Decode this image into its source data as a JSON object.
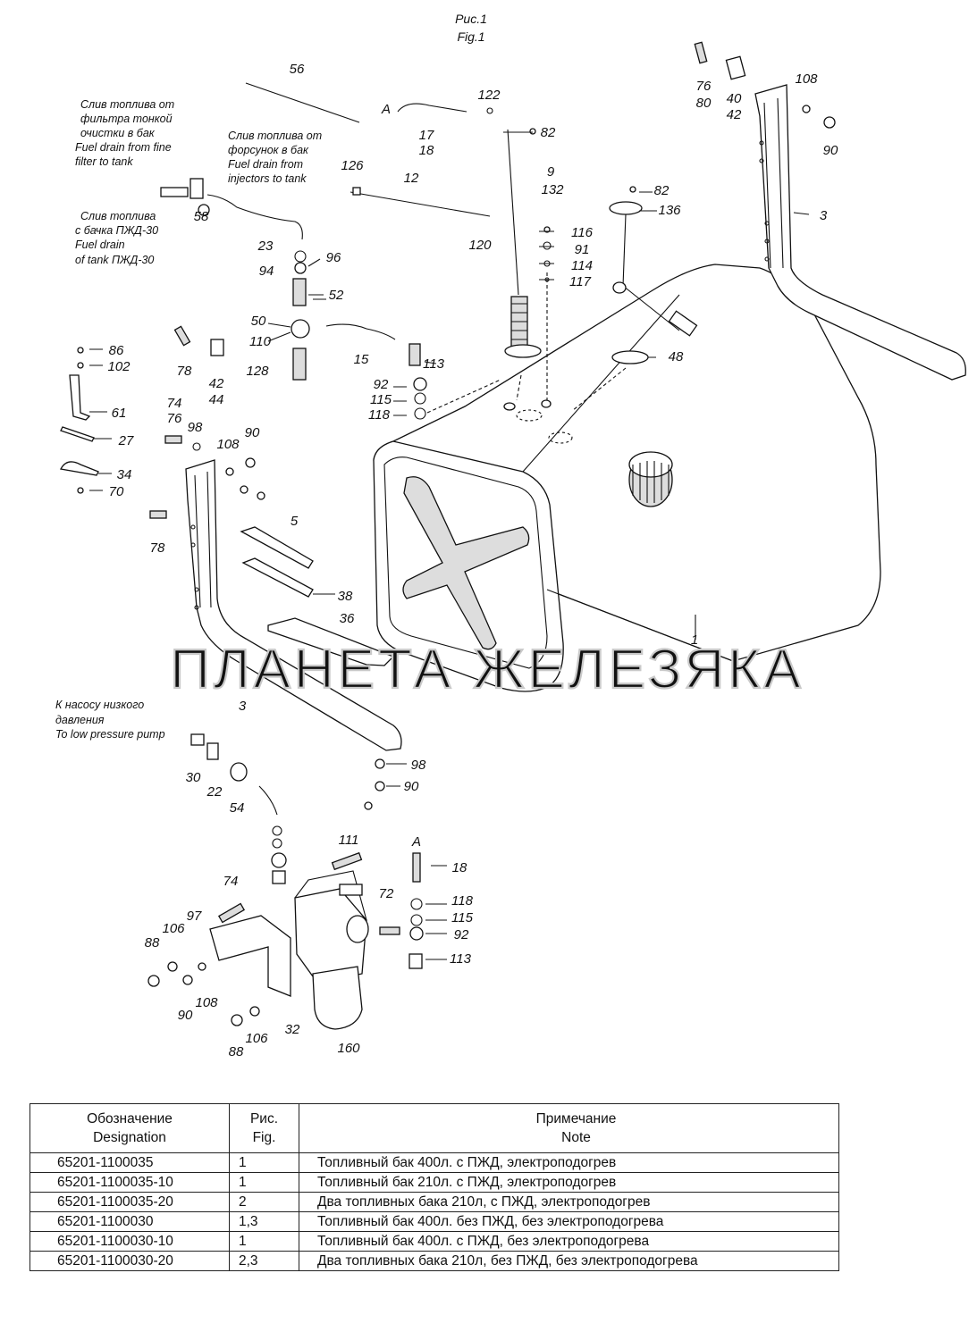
{
  "figure": {
    "title_ru": "Рис.1",
    "title_en": "Fig.1"
  },
  "notes": {
    "filter_drain": [
      "Слив топлива от",
      "фильтра тонкой",
      "очистки в бак",
      "Fuel drain from fine",
      "filter to tank"
    ],
    "injector_drain": [
      "Слив топлива от",
      "форсунок в бак",
      "Fuel drain from",
      "injectors to tank"
    ],
    "pzhd_drain": [
      "Слив топлива",
      "с бачка ПЖД-30",
      "Fuel drain",
      "of tank ПЖД-30"
    ],
    "pump": [
      "К насосу низкого",
      "давления",
      "To low pressure pump"
    ]
  },
  "watermark": "ПЛАНЕТА ЖЕЛЕЗЯКА",
  "callouts": {
    "p56": "56",
    "pA1": "A",
    "p17": "17",
    "p18a": "18",
    "p122": "122",
    "p82a": "82",
    "p76a": "76",
    "p80": "80",
    "p40": "40",
    "p42a": "42",
    "p108a": "108",
    "p90a": "90",
    "p126": "126",
    "p12": "12",
    "p120": "120",
    "p9": "9",
    "p132": "132",
    "p82b": "82",
    "p136": "136",
    "p3a": "3",
    "p116": "116",
    "p91": "91",
    "p114": "114",
    "p117": "117",
    "p58": "58",
    "p23": "23",
    "p96": "96",
    "p94": "94",
    "p52": "52",
    "p50": "50",
    "p110": "110",
    "p128": "128",
    "p15": "15",
    "p113a": "113",
    "p92a": "92",
    "p115a": "115",
    "p118a": "118",
    "p48": "48",
    "p86": "86",
    "p102": "102",
    "p61": "61",
    "p27": "27",
    "p34": "34",
    "p70": "70",
    "p78a": "78",
    "p42b": "42",
    "p44": "44",
    "p74a": "74",
    "p76b": "76",
    "p98a": "98",
    "p108b": "108",
    "p90b": "90",
    "p78b": "78",
    "p5": "5",
    "p38": "38",
    "p36": "36",
    "p1": "1",
    "p3b": "3",
    "p30": "30",
    "p22": "22",
    "p54": "54",
    "p98b": "98",
    "p90c": "90",
    "p111": "111",
    "pA2": "A",
    "p18b": "18",
    "p74b": "74",
    "p72": "72",
    "p118b": "118",
    "p115b": "115",
    "p92b": "92",
    "p113b": "113",
    "p97": "97",
    "p106a": "106",
    "p88a": "88",
    "p90d": "90",
    "p108c": "108",
    "p32": "32",
    "p106b": "106",
    "p88b": "88",
    "p160": "160"
  },
  "table": {
    "headers": {
      "designation": [
        "Обозначение",
        "Designation"
      ],
      "fig": [
        "Рис.",
        "Fig."
      ],
      "note": [
        "Примечание",
        "Note"
      ]
    },
    "rows": [
      {
        "designation": "65201-1100035",
        "fig": "1",
        "note": "Топливный бак 400л. с ПЖД, электроподогрев"
      },
      {
        "designation": "65201-1100035-10",
        "fig": "1",
        "note": "Топливный бак 210л. с ПЖД,  электроподогрев"
      },
      {
        "designation": "65201-1100035-20",
        "fig": "2",
        "note": "Два топливных бака 210л, с ПЖД, электроподогрев"
      },
      {
        "designation": "65201-1100030",
        "fig": "1,3",
        "note": "Топливный бак 400л. без ПЖД, без электроподогрева"
      },
      {
        "designation": "65201-1100030-10",
        "fig": "1",
        "note": "Топливный бак 400л. с ПЖД, без электроподогрева"
      },
      {
        "designation": "65201-1100030-20",
        "fig": "2,3",
        "note": "Два топливных бака 210л, без ПЖД, без электроподогрева"
      }
    ]
  }
}
